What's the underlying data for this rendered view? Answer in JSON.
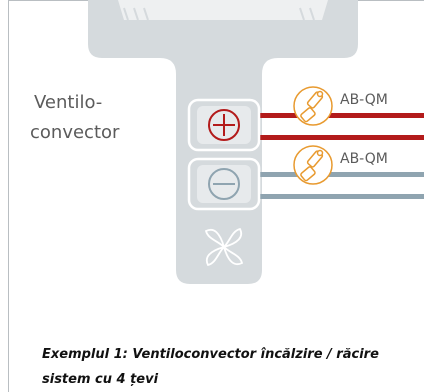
{
  "device": {
    "label_line1": "Ventilo-",
    "label_line2": "convector",
    "heating_symbol": "plus-circle-icon",
    "cooling_symbol": "minus-circle-icon",
    "fan_symbol": "fan-icon"
  },
  "valves": [
    {
      "label": "AB-QM",
      "circuit": "heating",
      "icon": "valve-actuator-icon"
    },
    {
      "label": "AB-QM",
      "circuit": "cooling",
      "icon": "valve-actuator-icon"
    }
  ],
  "caption": {
    "line1": "Exemplul 1: Ventiloconvector încălzire / răcire",
    "line2": "sistem cu 4 țevi"
  },
  "colors": {
    "unit_body": "#d5dadd",
    "heating_pipe": "#b31b1b",
    "cooling_pipe": "#8fa4b0",
    "valve_outline": "#e89a2f",
    "text": "#5b5b5b"
  }
}
